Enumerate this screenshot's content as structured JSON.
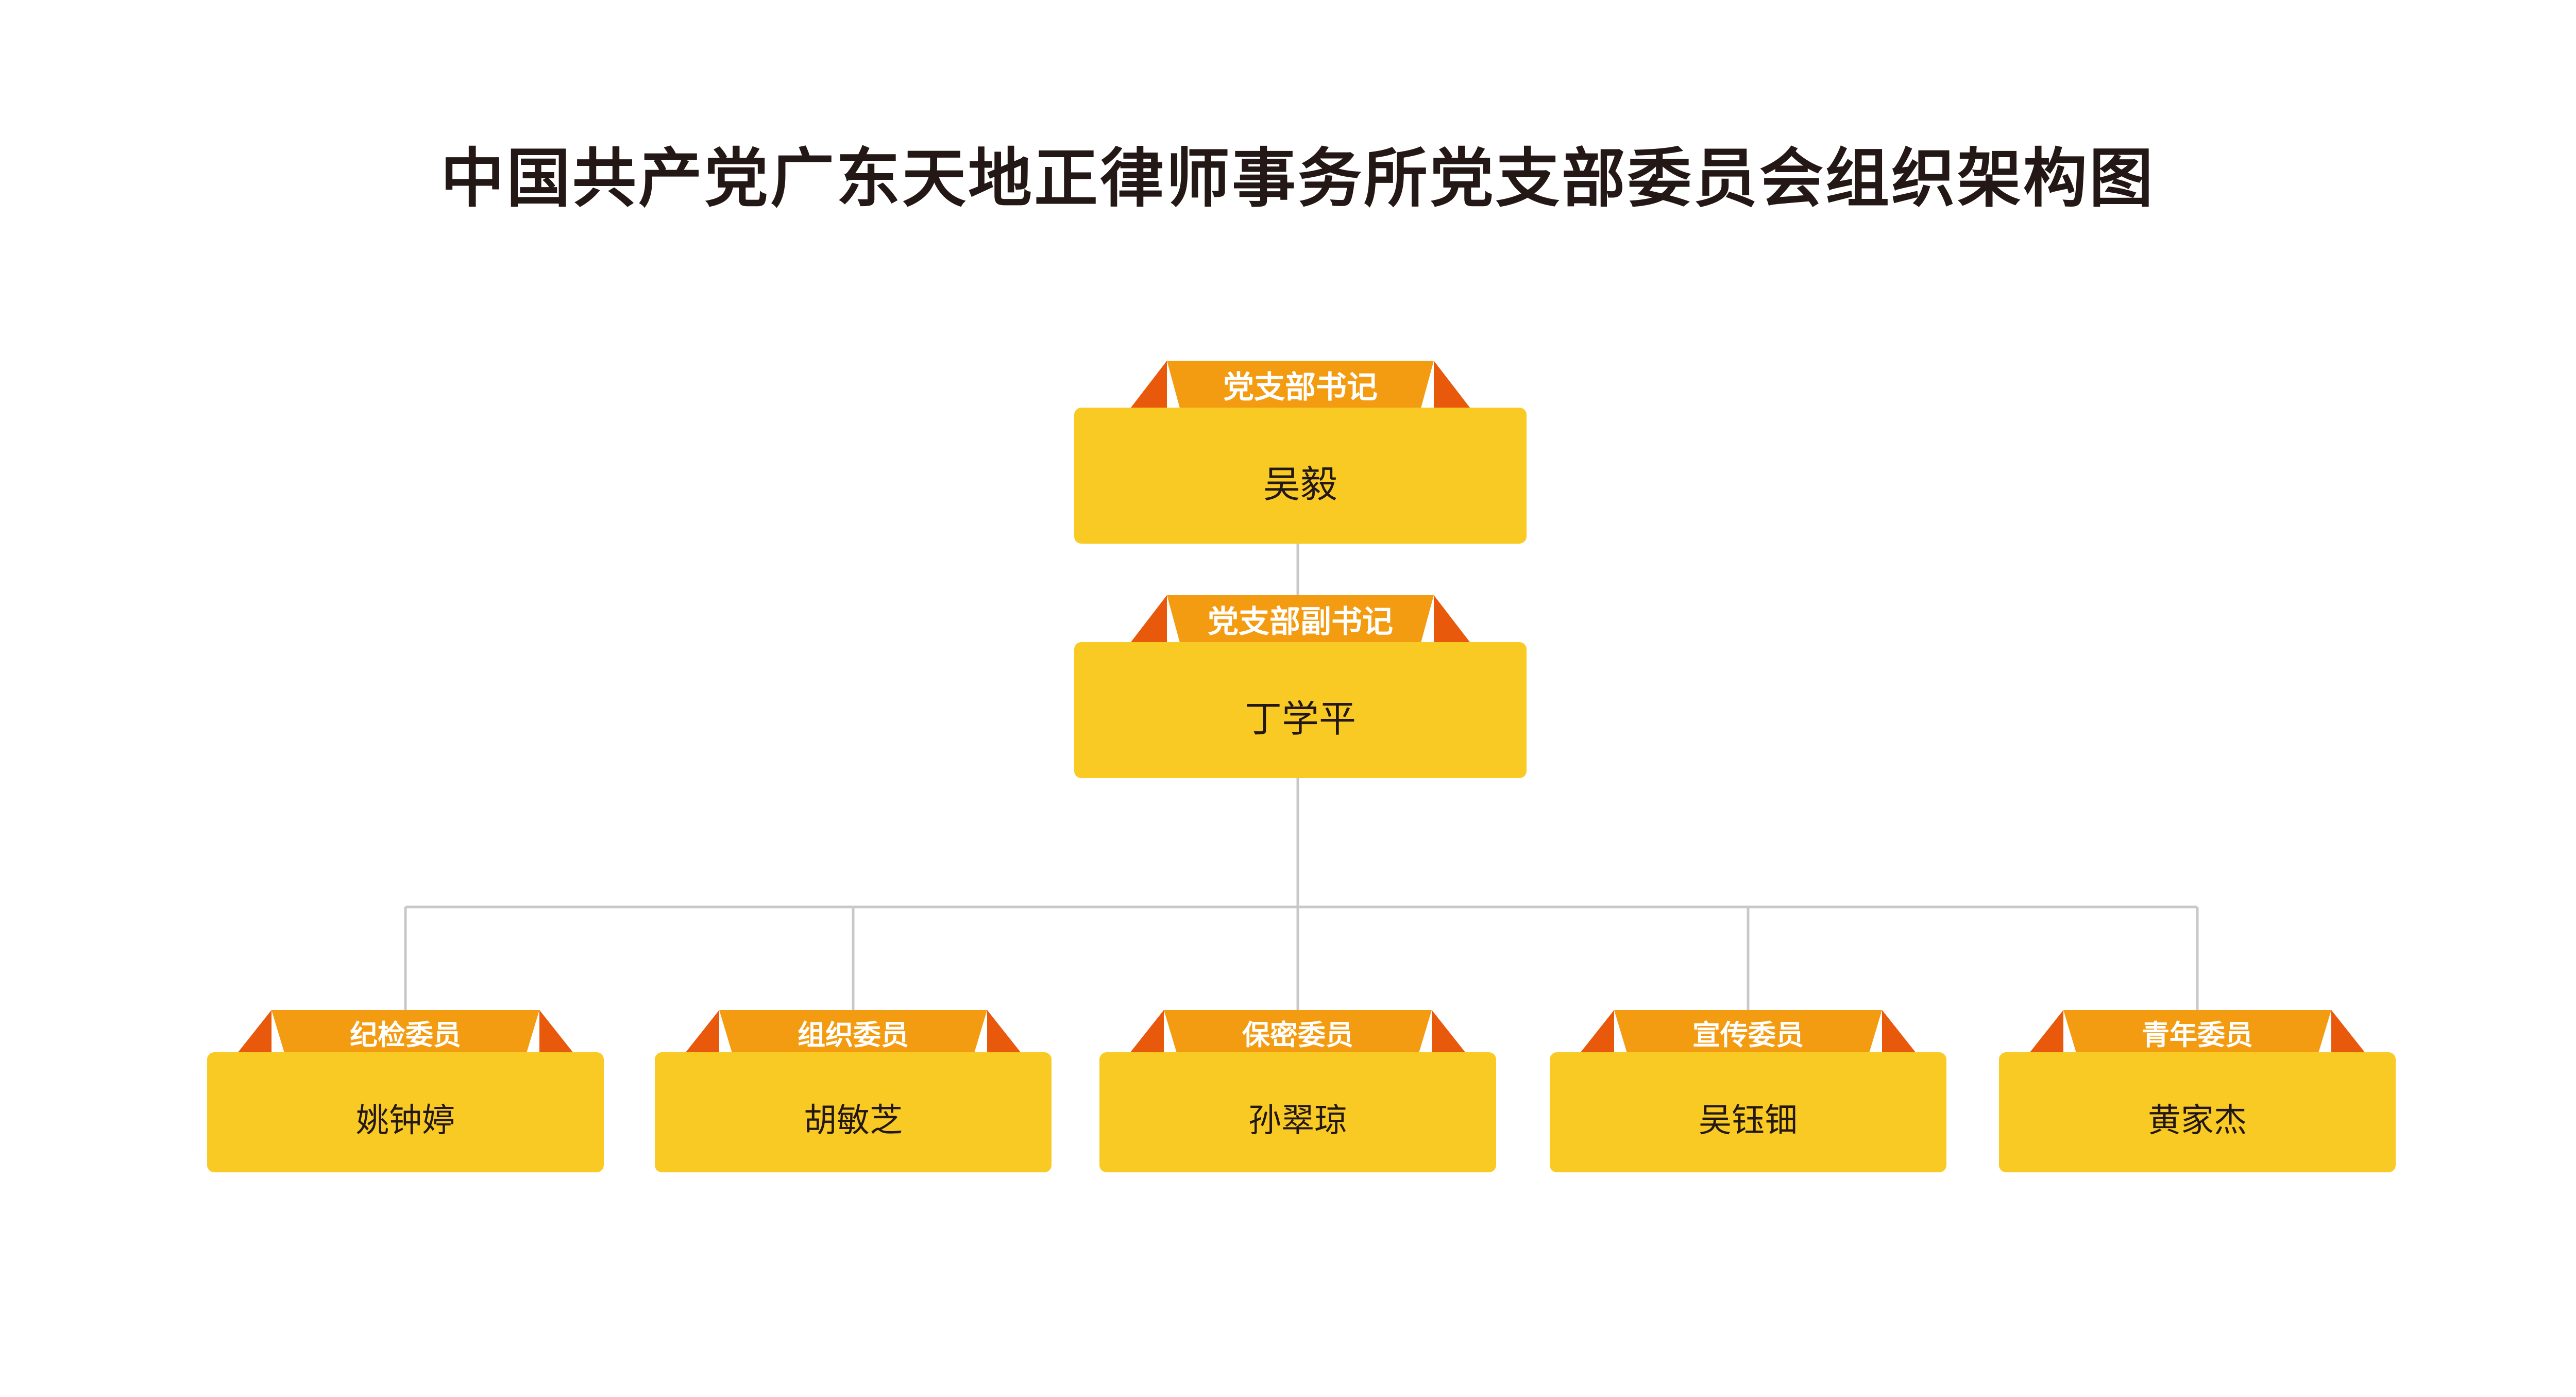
{
  "title": "中国共产党广东天地正律师事务所党支部委员会组织架构图",
  "colors": {
    "box": "#f9ca24",
    "ribbon": "#f39c12",
    "ribbon_wing": "#e8590c",
    "line": "#c8c8c8",
    "title": "#231815"
  },
  "secretary": {
    "role": "党支部书记",
    "name": "吴毅"
  },
  "deputy": {
    "role": "党支部副书记",
    "name": "丁学平"
  },
  "members": [
    {
      "role": "纪检委员",
      "name": "姚钟婷"
    },
    {
      "role": "组织委员",
      "name": "胡敏芝"
    },
    {
      "role": "保密委员",
      "name": "孙翠琼"
    },
    {
      "role": "宣传委员",
      "name": "吴钰钿"
    },
    {
      "role": "青年委员",
      "name": "黄家杰"
    }
  ]
}
